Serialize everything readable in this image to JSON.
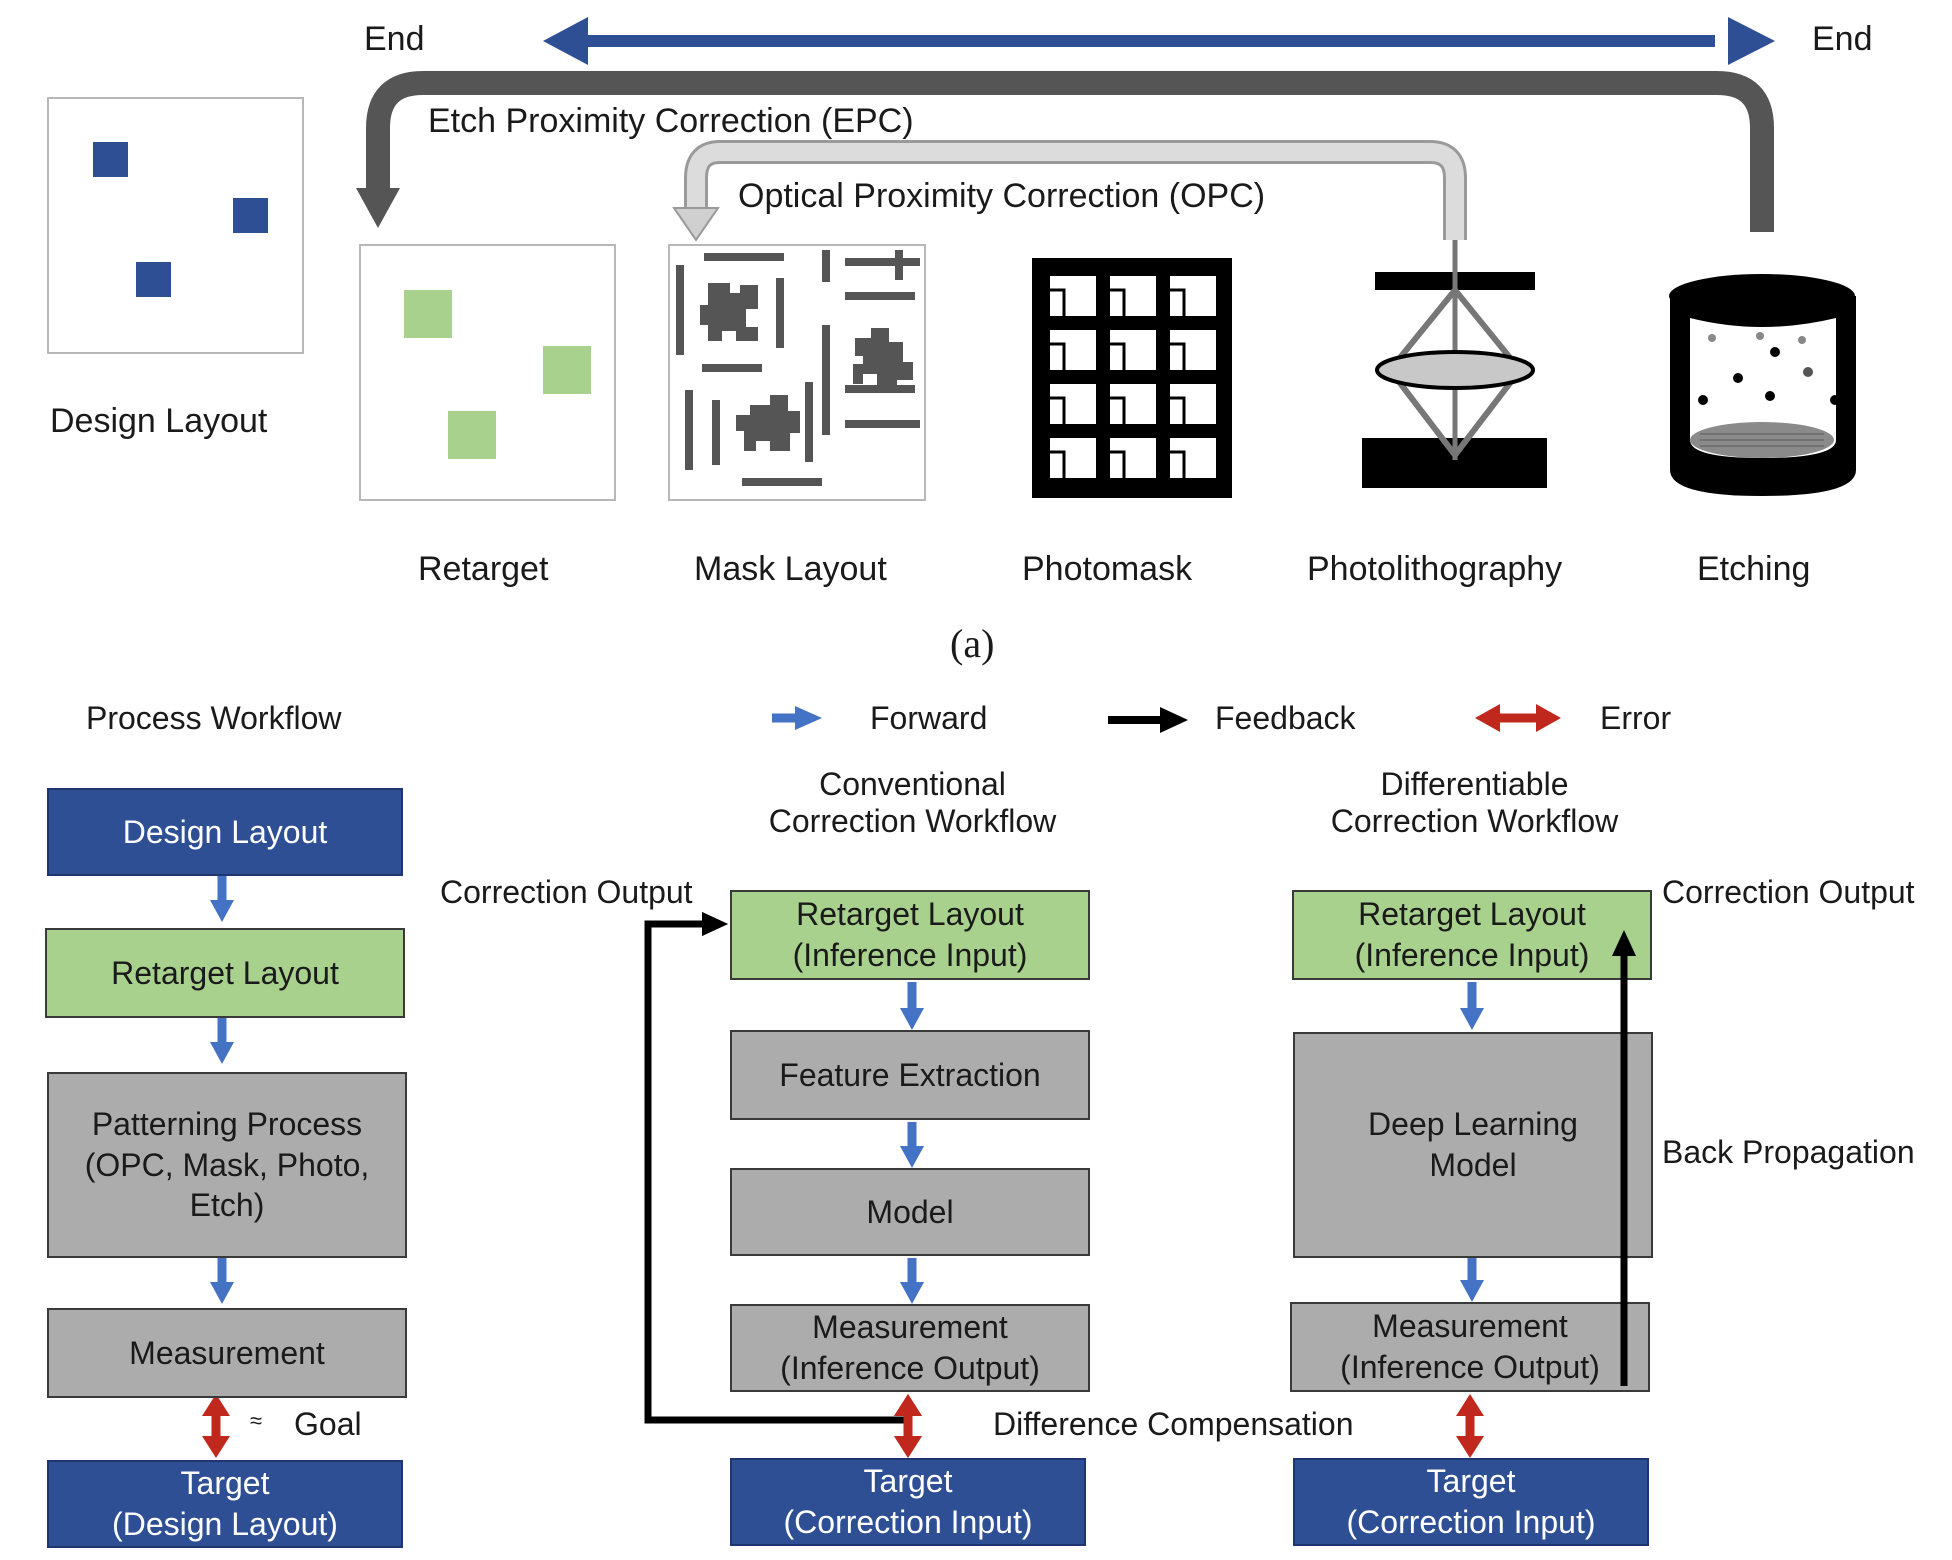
{
  "panel_a": {
    "end_left": "End",
    "end_right": "End",
    "epc_label": "Etch Proximity Correction (EPC)",
    "opc_label": "Optical Proximity Correction (OPC)",
    "design_layout": "Design Layout",
    "stages": [
      "Retarget",
      "Mask Layout",
      "Photomask",
      "Photolithography",
      "Etching"
    ],
    "caption": "(a)"
  },
  "legend": {
    "title": "Process Workflow",
    "forward": "Forward",
    "feedback": "Feedback",
    "error": "Error"
  },
  "process": {
    "design_layout": "Design Layout",
    "retarget_layout": "Retarget Layout",
    "patterning": "Patterning Process\n(OPC, Mask, Photo,\nEtch)",
    "measurement": "Measurement",
    "goal": "Goal",
    "target": "Target\n(Design Layout)"
  },
  "conventional": {
    "title": "Conventional\nCorrection Workflow",
    "correction_output": "Correction Output",
    "retarget": "Retarget Layout\n(Inference Input)",
    "feature": "Feature Extraction",
    "model": "Model",
    "measurement": "Measurement\n(Inference Output)",
    "target": "Target\n(Correction Input)"
  },
  "difference_compensation": "Difference Compensation",
  "differentiable": {
    "title": "Differentiable\nCorrection Workflow",
    "correction_output": "Correction Output",
    "retarget": "Retarget Layout\n(Inference Input)",
    "deep_model": "Deep Learning\nModel",
    "back_propagation": "Back Propagation",
    "measurement": "Measurement\n(Inference Output)",
    "target": "Target\n(Correction Input)"
  },
  "colors": {
    "blue_box": "#2f4f95",
    "green_box": "#a9d18e",
    "gray_box": "#acacac",
    "forward_arrow": "#4472c4",
    "error_arrow": "#c0281e",
    "top_arrow": "#2f4f95",
    "epc_arrow": "#555555",
    "opc_arrow": "#d0d0d0"
  }
}
